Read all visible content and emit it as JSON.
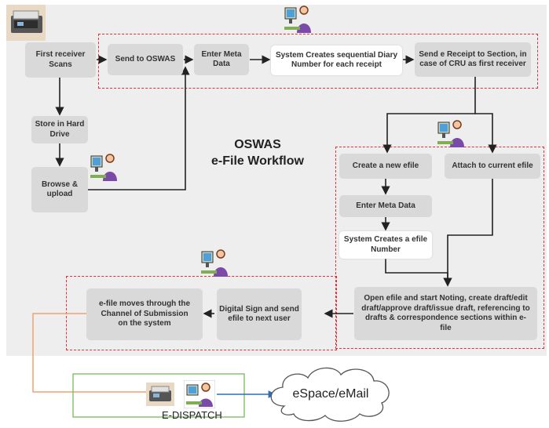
{
  "title": {
    "line1": "OSWAS",
    "line2": "e-File Workflow"
  },
  "boxes": {
    "first_receiver": "First receiver Scans",
    "send_to_oswas": "Send to OSWAS",
    "enter_meta_data": "Enter Meta Data",
    "system_diary": "System Creates sequential Diary Number for each receipt",
    "send_receipt": "Send e Receipt to Section, in case of CRU as first receiver",
    "store_hd": "Store in Hard Drive",
    "browse_upload": "Browse & upload",
    "create_efile": "Create a new efile",
    "attach_efile": "Attach to current efile",
    "enter_meta_data_2": "Enter Meta Data",
    "system_efile_number": "System Creates a efile Number",
    "open_efile": "Open efile and start Noting, create draft/edit draft/approve draft/issue draft, referencing to drafts & correspondence sections within e-file",
    "digital_sign": "Digital Sign and send efile to next user",
    "efile_moves": "e-file moves through the Channel of Submission on the system"
  },
  "edispatch": {
    "label": "E-DISPATCH"
  },
  "cloud": {
    "label": "eSpace/eMail"
  },
  "colors": {
    "dashed": "#e0313a",
    "arrow": "#222222",
    "edispatch_border": "#7fbf6a",
    "orange_line": "#f0a070",
    "arrow_blue": "#2f6fb7"
  }
}
